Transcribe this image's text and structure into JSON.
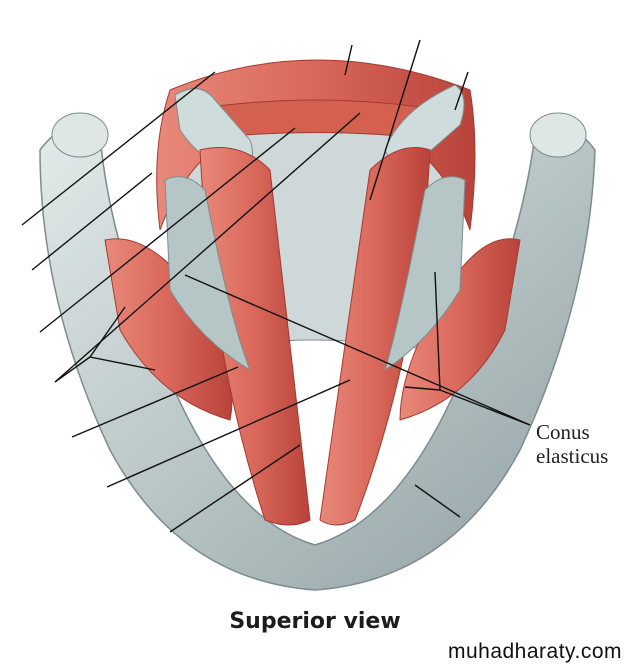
{
  "figure": {
    "label_conus": "Conus elasticus",
    "caption": "Superior view",
    "watermark": "muhadharaty.com"
  },
  "colors": {
    "cartilage": "#c9d3d4",
    "cartilage_shade": "#8fa0a3",
    "muscle": "#d9675a",
    "muscle_dark": "#b8433a",
    "line": "#111111"
  }
}
